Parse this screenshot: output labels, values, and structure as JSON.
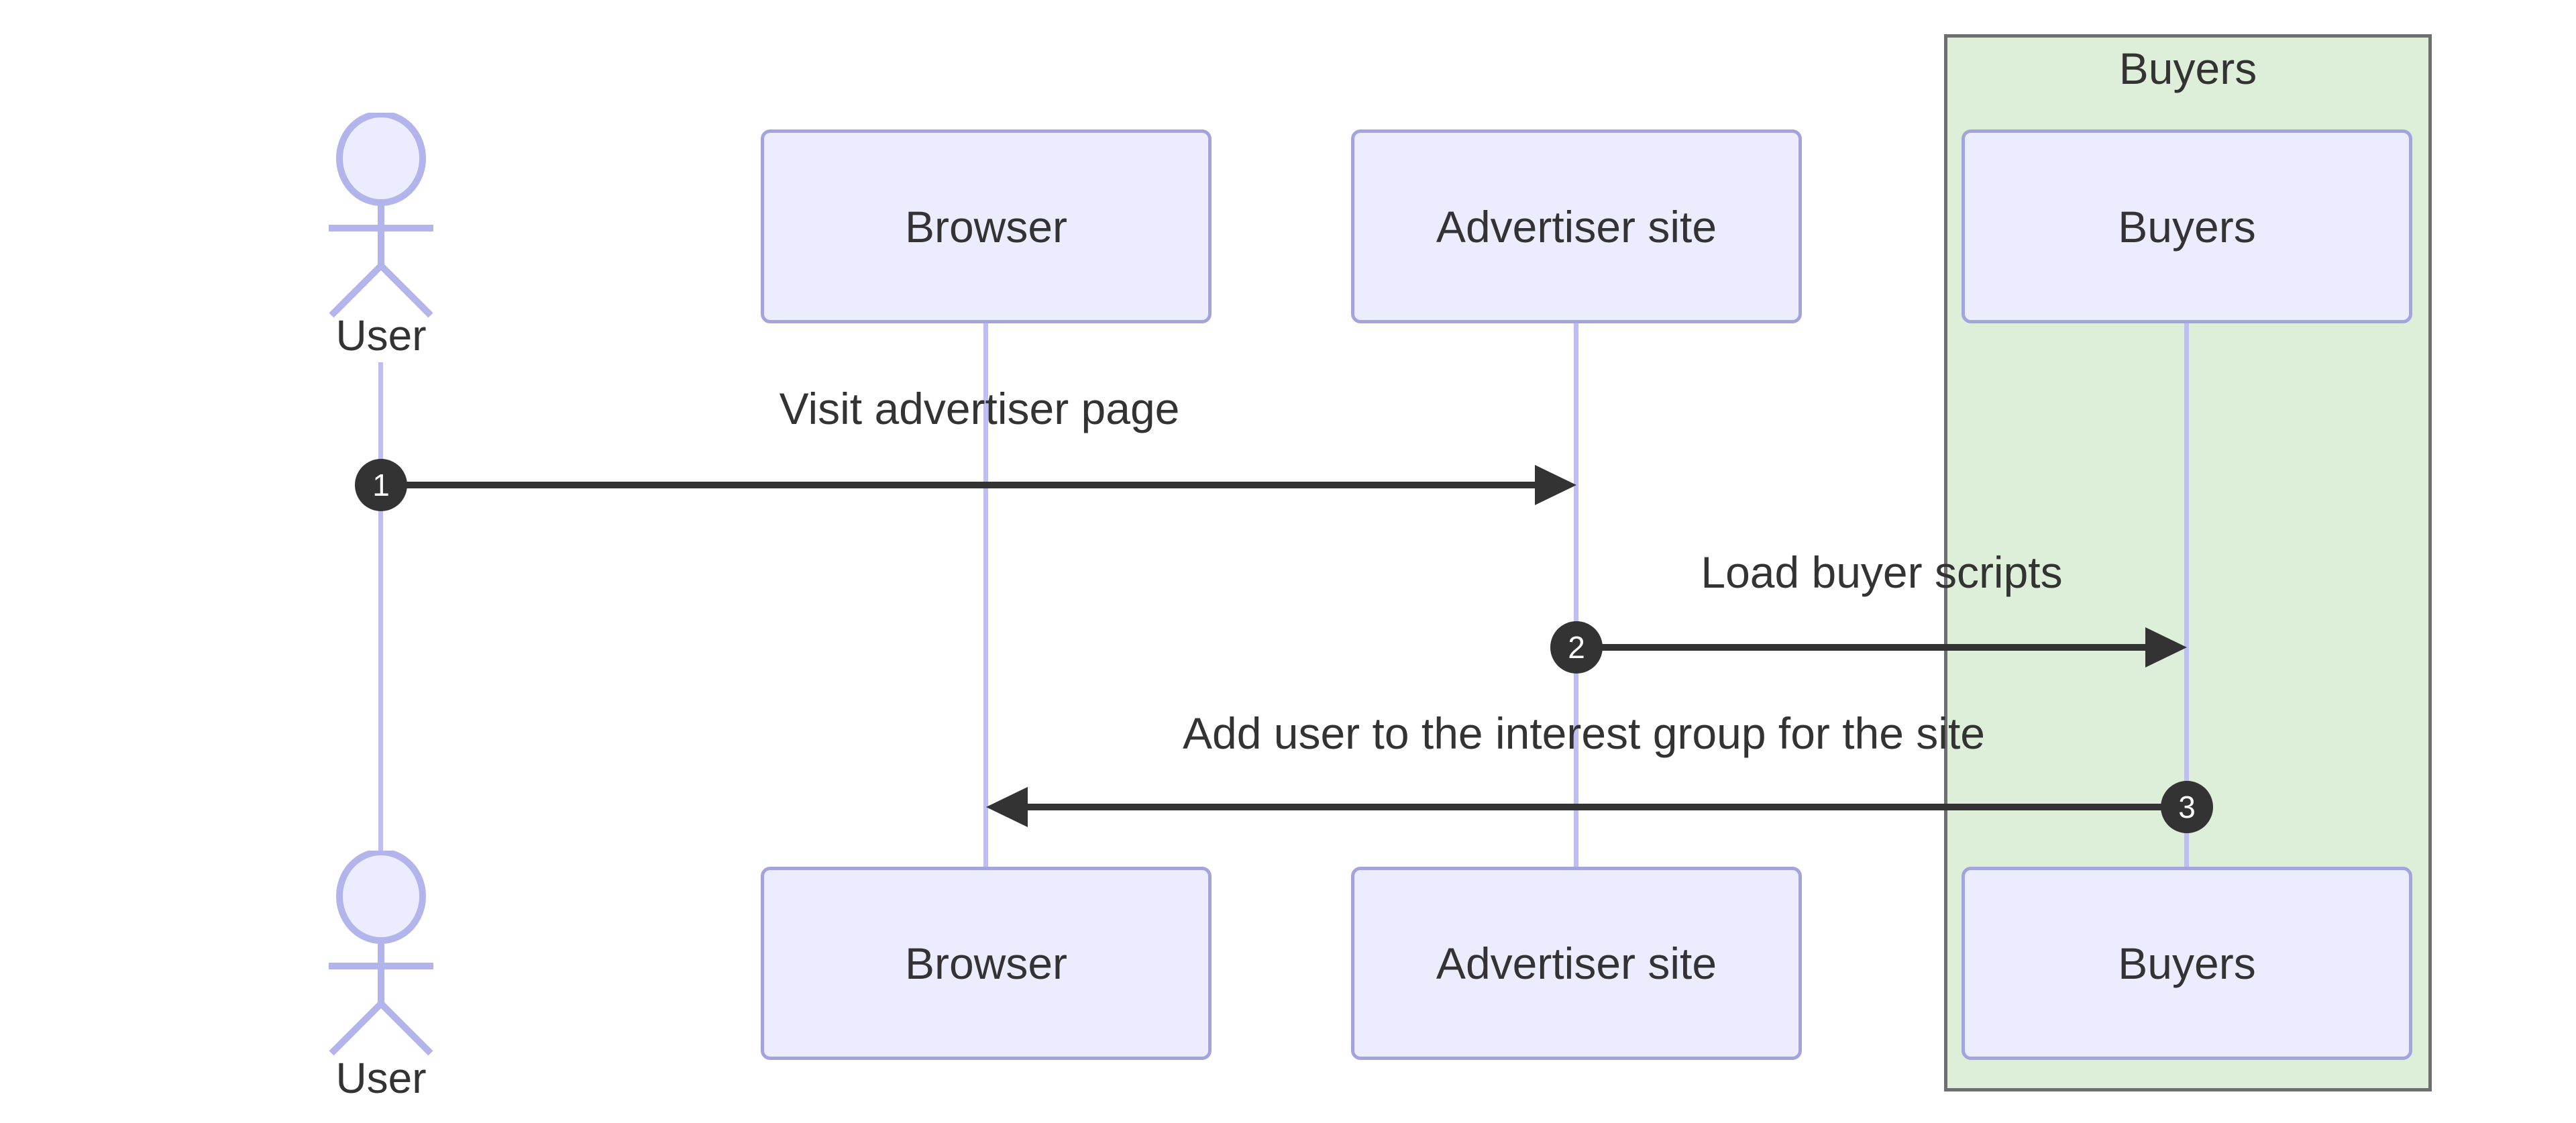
{
  "actor": {
    "label": "User"
  },
  "participants": [
    {
      "label": "Browser"
    },
    {
      "label": "Advertiser site"
    },
    {
      "label": "Buyers"
    }
  ],
  "group": {
    "label": "Buyers"
  },
  "messages": [
    {
      "seq": "1",
      "label": "Visit advertiser page"
    },
    {
      "seq": "2",
      "label": "Load buyer scripts"
    },
    {
      "seq": "3",
      "label": "Add user to the interest group for the site"
    }
  ],
  "colors": {
    "background": "#FFFFFF",
    "boxFill": "#ECECFF",
    "boxBorder": "#A3A3DD",
    "lifeline": "#BEBEF0",
    "actorStroke": "#B4B4EC",
    "groupFill": "#DDEFD9",
    "groupBorder": "#6F6F6F",
    "ink": "#333333",
    "numberBg": "#333333",
    "numberText": "#FFFFFF"
  }
}
